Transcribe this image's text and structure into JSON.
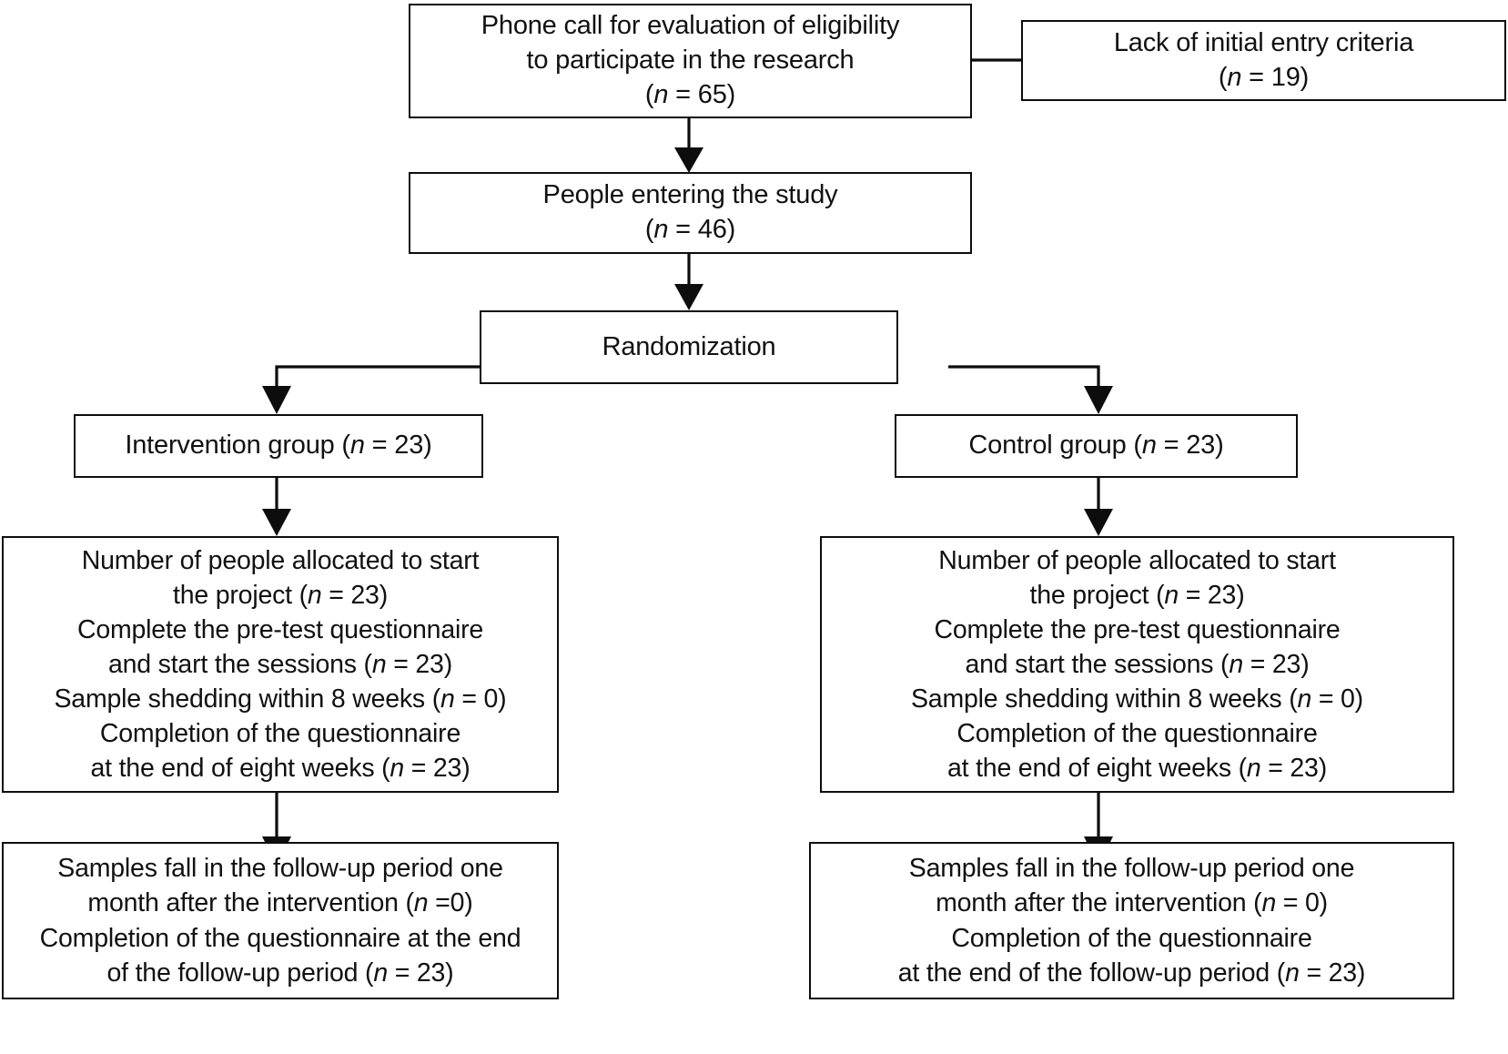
{
  "diagram": {
    "title": "CONSORT participant flow diagram",
    "type": "flowchart",
    "stroke_color": "#0d0d0d",
    "background_color": "#ffffff"
  },
  "nodes": {
    "phone_call": {
      "text": "Phone call for evaluation of eligibility\nto participate in the research\n(n =  65)",
      "n": 65
    },
    "lack_criteria": {
      "text": "Lack of initial entry criteria\n(n = 19)",
      "n": 19
    },
    "entering_study": {
      "text": "People entering the study\n(n = 46)",
      "n": 46
    },
    "randomization": {
      "text": "Randomization"
    },
    "intervention_group": {
      "text": "Intervention group (n = 23)",
      "n": 23
    },
    "control_group": {
      "text": "Control group (n = 23)",
      "n": 23
    },
    "intervention_detail": {
      "text": "Number of people allocated to start\nthe project (n = 23)\nComplete the pre-test questionnaire\nand start the sessions (n = 23)\nSample shedding within 8 weeks (n = 0)\nCompletion of the questionnaire\nat the end of eight weeks (n = 23)"
    },
    "control_detail": {
      "text": "Number of people allocated to start\nthe project (n = 23)\nComplete the pre-test questionnaire\nand start the sessions (n = 23)\nSample shedding within 8 weeks (n = 0)\nCompletion of the questionnaire\nat the end of eight weeks (n = 23)"
    },
    "intervention_followup": {
      "text": "Samples fall in the follow-up period one\nmonth after the intervention (n =0)\nCompletion of the questionnaire at the end\nof the follow-up period (n = 23)"
    },
    "control_followup": {
      "text": "Samples fall in the follow-up period one\nmonth after the intervention (n = 0)\nCompletion of the questionnaire\nat the end of the follow-up period (n = 23)"
    }
  },
  "edges": [
    {
      "name": "phone-to-lack",
      "from": "phone_call",
      "to": "lack_criteria",
      "direction": "right"
    },
    {
      "name": "phone-to-entering",
      "from": "phone_call",
      "to": "entering_study",
      "direction": "down"
    },
    {
      "name": "entering-to-randomization",
      "from": "entering_study",
      "to": "randomization",
      "direction": "down"
    },
    {
      "name": "randomization-to-intervention",
      "from": "randomization",
      "to": "intervention_group",
      "direction": "elbow-left-down"
    },
    {
      "name": "randomization-to-control",
      "from": "randomization",
      "to": "control_group",
      "direction": "elbow-right-down"
    },
    {
      "name": "intervention-to-detail",
      "from": "intervention_group",
      "to": "intervention_detail",
      "direction": "down"
    },
    {
      "name": "control-to-detail",
      "from": "control_group",
      "to": "control_detail",
      "direction": "down"
    },
    {
      "name": "intervention-detail-to-followup",
      "from": "intervention_detail",
      "to": "intervention_followup",
      "direction": "down"
    },
    {
      "name": "control-detail-to-followup",
      "from": "control_detail",
      "to": "control_followup",
      "direction": "down"
    }
  ]
}
